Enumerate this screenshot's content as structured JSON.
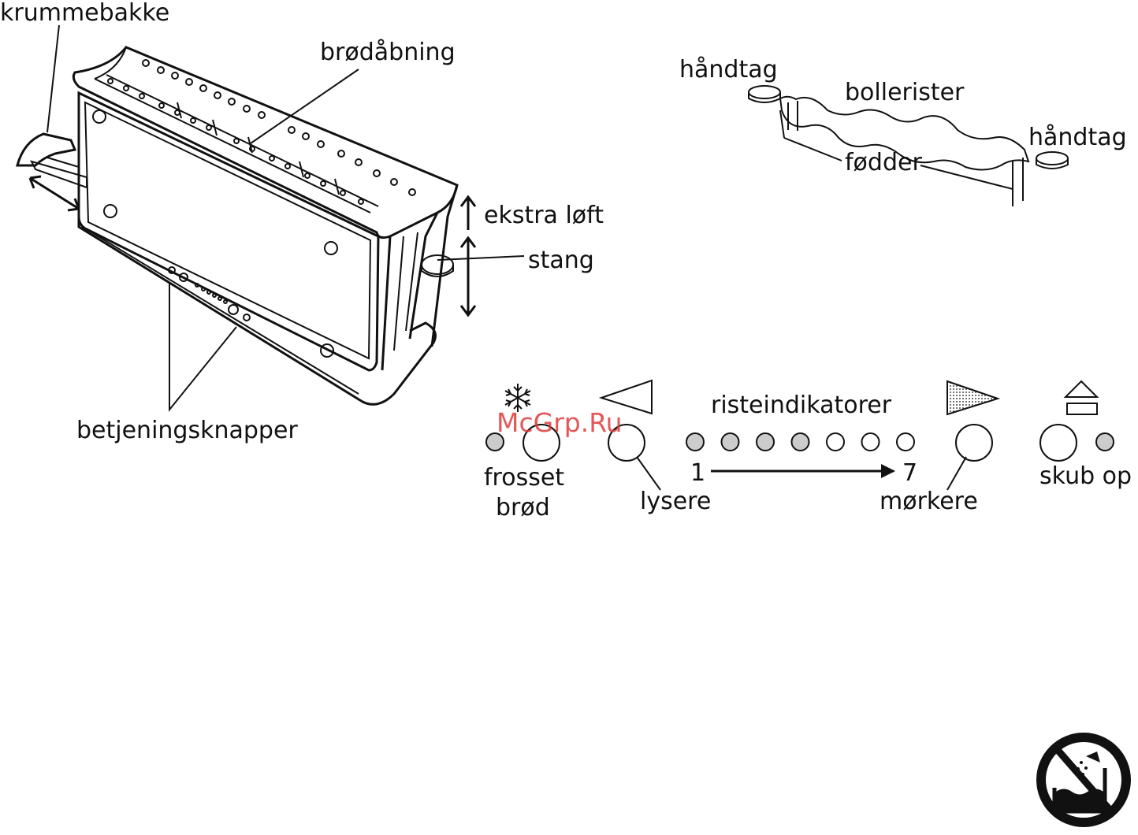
{
  "labels": {
    "krummebakke": "krummebakke",
    "brodabning": "brødåbning",
    "ekstra_loft": "ekstra løft",
    "stang": "stang",
    "betjeningsknapper": "betjeningsknapper",
    "handtag_left": "håndtag",
    "bollerister": "bollerister",
    "handtag_right": "håndtag",
    "fodder": "fødder"
  },
  "control_panel": {
    "risteindikatorer": "risteindikatorer",
    "frosset": "frosset",
    "brod": "brød",
    "lysere": "lysere",
    "scale_start": "1",
    "scale_end": "7",
    "morkere": "mørkere",
    "skub_op": "skub op",
    "indicator_states": [
      "on",
      "on",
      "on",
      "on",
      "off",
      "off",
      "off"
    ]
  },
  "watermark": "McGrp.Ru",
  "icons": {
    "frozen": "snowflake-icon",
    "lighter": "triangle-light-icon",
    "darker": "triangle-dark-icon",
    "eject": "eject-icon",
    "warning": "no-water-immersion-icon"
  }
}
